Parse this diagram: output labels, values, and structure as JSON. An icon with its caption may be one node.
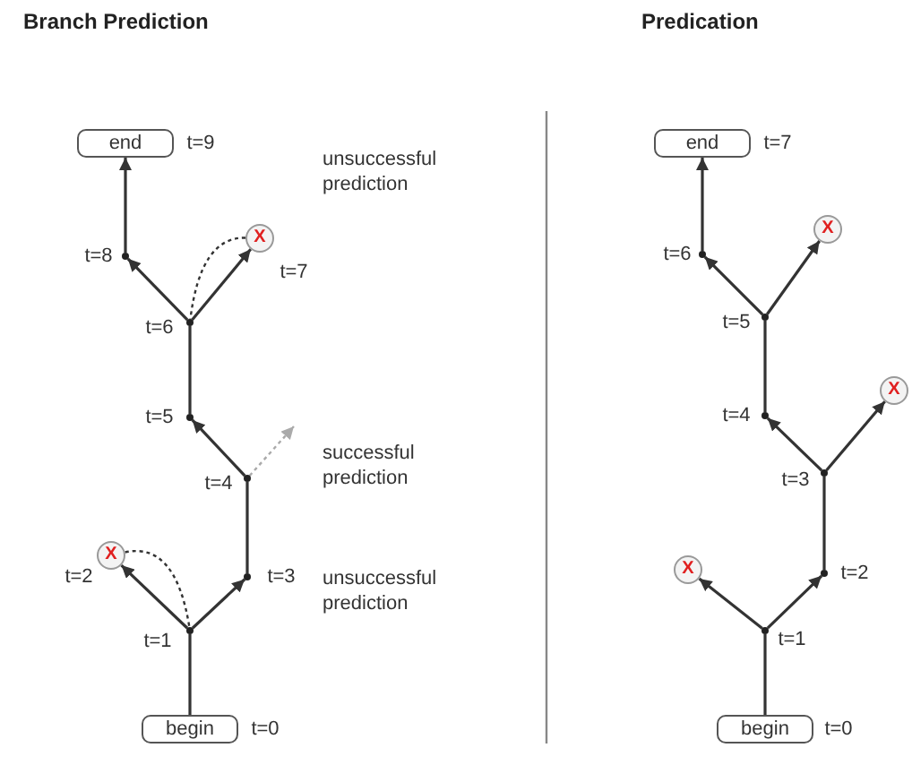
{
  "diagram": {
    "nodes": [
      {
        "text": [
          "end"
        ],
        "beside": [
          "t=9"
        ]
      },
      {
        "text": [],
        "shape": "dot",
        "beside": [
          "t=8"
        ]
      },
      {
        "text": [
          "X"
        ],
        "beside": [
          "t=7"
        ]
      },
      {
        "text": [],
        "shape": "dot",
        "beside": [
          "t=6"
        ]
      },
      {
        "text": [],
        "shape": "dot",
        "beside": [
          "t=5"
        ]
      },
      {
        "text": [],
        "shape": "dot",
        "beside": [
          "t=4"
        ]
      },
      {
        "text": [],
        "shape": "dot",
        "beside": [
          "t=3"
        ]
      },
      {
        "text": [
          "X"
        ],
        "beside": [
          "t=2"
        ]
      },
      {
        "text": [],
        "shape": "dot",
        "beside": [
          "t=1"
        ]
      },
      {
        "text": [
          "begin"
        ],
        "beside": [
          "t=0"
        ]
      },
      {
        "text": [
          "end"
        ],
        "beside": [
          "t=7"
        ]
      },
      {
        "text": [],
        "shape": "dot",
        "beside": [
          "t=6"
        ]
      },
      {
        "text": [
          "X"
        ]
      },
      {
        "text": [],
        "shape": "dot",
        "beside": [
          "t=5"
        ]
      },
      {
        "text": [],
        "shape": "dot",
        "beside": [
          "t=4"
        ]
      },
      {
        "text": [
          "X"
        ]
      },
      {
        "text": [],
        "shape": "dot",
        "beside": [
          "t=3"
        ]
      },
      {
        "text": [],
        "shape": "dot",
        "beside": [
          "t=2"
        ]
      },
      {
        "text": [
          "X"
        ]
      },
      {
        "text": [],
        "shape": "dot",
        "beside": [
          "t=1"
        ]
      },
      {
        "text": [
          "begin"
        ],
        "beside": [
          "t=0"
        ]
      }
    ],
    "edges": [
      {
        "from": 9,
        "to": 8,
        "arrow": "none"
      },
      {
        "from": 8,
        "to": 7,
        "arrow": "to"
      },
      {
        "from": 8,
        "to": 6,
        "arrow": "to"
      },
      {
        "from": 7,
        "to": 8,
        "arrow": "none",
        "style": "dashed"
      },
      {
        "from": 6,
        "to": 5,
        "arrow": "none"
      },
      {
        "from": 5,
        "to": 4,
        "arrow": "to"
      },
      {
        "from": 5,
        "to": null,
        "arrow": "to",
        "style": "dashed",
        "color": "#aaaaaa"
      },
      {
        "from": 4,
        "to": 3,
        "arrow": "none"
      },
      {
        "from": 3,
        "to": 1,
        "arrow": "to"
      },
      {
        "from": 3,
        "to": 2,
        "arrow": "to"
      },
      {
        "from": 2,
        "to": 3,
        "arrow": "none",
        "style": "dashed"
      },
      {
        "from": 1,
        "to": 0,
        "arrow": "to"
      },
      {
        "from": 20,
        "to": 19,
        "arrow": "none"
      },
      {
        "from": 19,
        "to": 18,
        "arrow": "to"
      },
      {
        "from": 19,
        "to": 17,
        "arrow": "to"
      },
      {
        "from": 17,
        "to": 16,
        "arrow": "none"
      },
      {
        "from": 16,
        "to": 14,
        "arrow": "to"
      },
      {
        "from": 16,
        "to": 15,
        "arrow": "to"
      },
      {
        "from": 14,
        "to": 13,
        "arrow": "none"
      },
      {
        "from": 13,
        "to": 11,
        "arrow": "to"
      },
      {
        "from": 13,
        "to": 12,
        "arrow": "to"
      },
      {
        "from": 11,
        "to": 10,
        "arrow": "to"
      }
    ],
    "labels": [
      "Branch Prediction",
      "Predication",
      "unsuccessful prediction",
      "successful prediction",
      "unsuccessful prediction"
    ]
  }
}
